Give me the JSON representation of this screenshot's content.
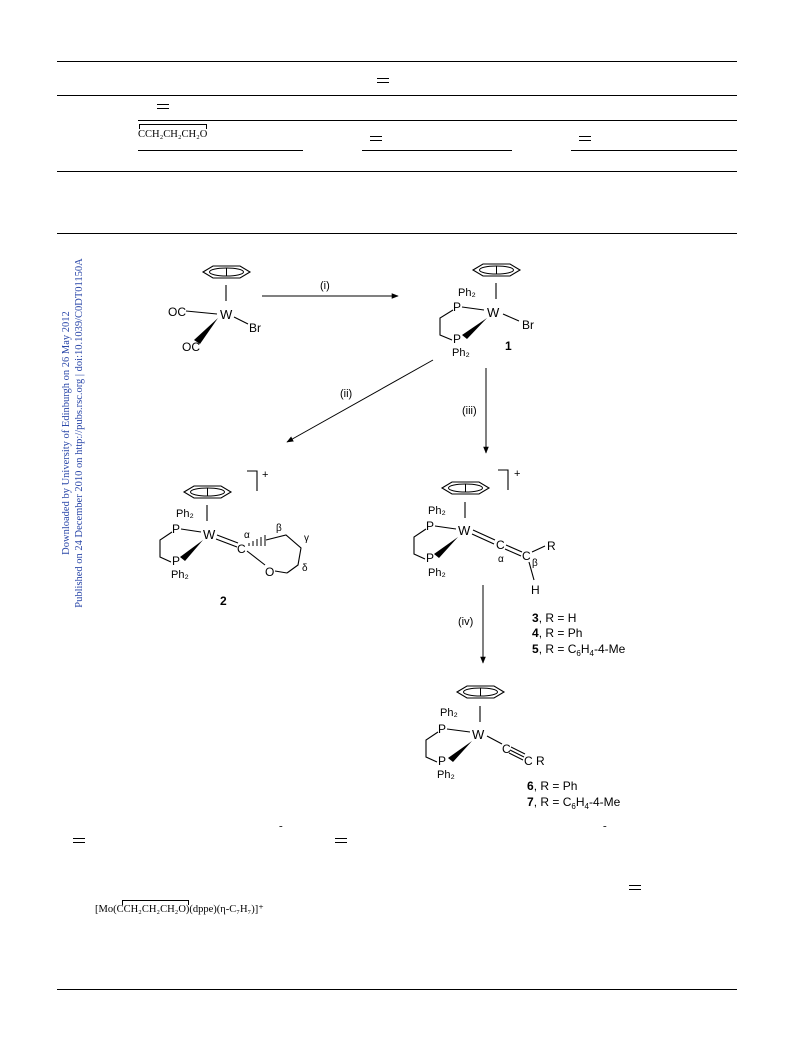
{
  "sidebar": {
    "line1": "Downloaded by University of Edinburgh on 26 May 2012",
    "line2": "Published on 24 December 2010 on http://pubs.rsc.org | doi:10.1039/C0DT01150A"
  },
  "table": {
    "ring_fragment": "CCH₂CH₂CH₂O"
  },
  "scheme": {
    "reagent_i": "(i)",
    "reagent_ii": "(ii)",
    "reagent_iii": "(iii)",
    "reagent_iv": "(iv)",
    "cpd1": "1",
    "cpd2": "2",
    "cpd3": "3",
    "cpd4": "4",
    "cpd5": "5",
    "cpd6": "6",
    "cpd7": "7",
    "r_h": ", R = H",
    "r_ph": ", R = Ph",
    "r_tol_a": ", R = C",
    "r_tol_sub1": "6",
    "r_tol_b": "H",
    "r_tol_sub2": "4",
    "r_tol_c": "-4-Me",
    "ph2": "Ph₂",
    "p": "P",
    "w": "W",
    "br": "Br",
    "oc": "OC",
    "o": "O",
    "c": "C",
    "r": "R",
    "h": "H",
    "plus": "+",
    "alpha": "α",
    "beta": "β",
    "gamma": "γ",
    "delta": "δ"
  },
  "footer": {
    "formula": "[Mo(CCH₂CH₂CH₂O)(dppe)(η-C₇H₇)]⁺",
    "minus": "-"
  }
}
